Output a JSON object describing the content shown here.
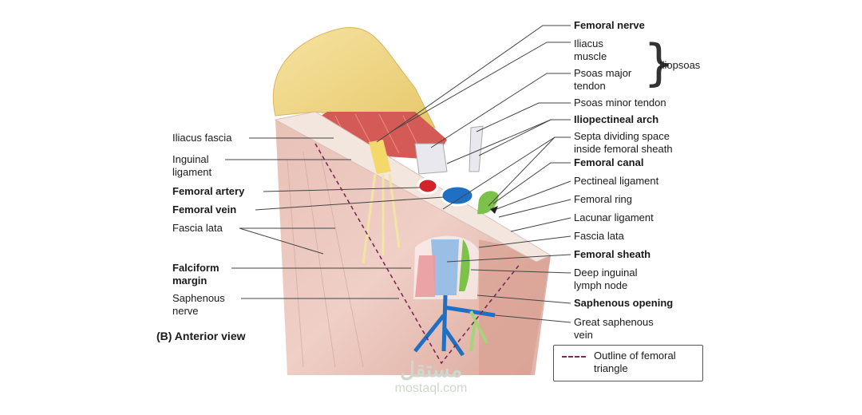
{
  "labels_right": {
    "femoral_nerve": "Femoral nerve",
    "iliacus_muscle": "Iliacus\nmuscle",
    "psoas_major_tendon": "Psoas major\ntendon",
    "iliopsoas": "Iliopsoas",
    "psoas_minor_tendon": "Psoas minor tendon",
    "iliopectineal_arch": "Iliopectineal arch",
    "septa": "Septa dividing space\ninside femoral sheath",
    "femoral_canal": "Femoral canal",
    "pectineal_ligament": "Pectineal ligament",
    "femoral_ring": "Femoral ring",
    "lacunar_ligament": "Lacunar ligament",
    "fascia_lata_right": "Fascia lata",
    "femoral_sheath": "Femoral sheath",
    "deep_inguinal_lymph_node": "Deep inguinal\nlymph node",
    "saphenous_opening": "Saphenous opening",
    "great_saphenous_vein": "Great saphenous\nvein"
  },
  "labels_left": {
    "iliacus_fascia": "Iliacus fascia",
    "inguinal_ligament": "Inguinal\nligament",
    "femoral_artery": "Femoral artery",
    "femoral_vein": "Femoral vein",
    "fascia_lata_left": "Fascia lata",
    "falciform_margin": "Falciform\nmargin",
    "saphenous_nerve": "Saphenous\nnerve"
  },
  "view_caption": "(B) Anterior view",
  "legend": {
    "text": "Outline of femoral\ntriangle",
    "line_color": "#7a2a55"
  },
  "watermark": {
    "logo": "مستقل",
    "url": "mostaql.com"
  },
  "colors": {
    "bone": "#f1d98a",
    "muscle": "#d95a5a",
    "skin": "#e6b8ae",
    "artery": "#d2232a",
    "vein": "#1f6fc4",
    "nerve": "#f5e08a",
    "lymph": "#7cc24a"
  }
}
